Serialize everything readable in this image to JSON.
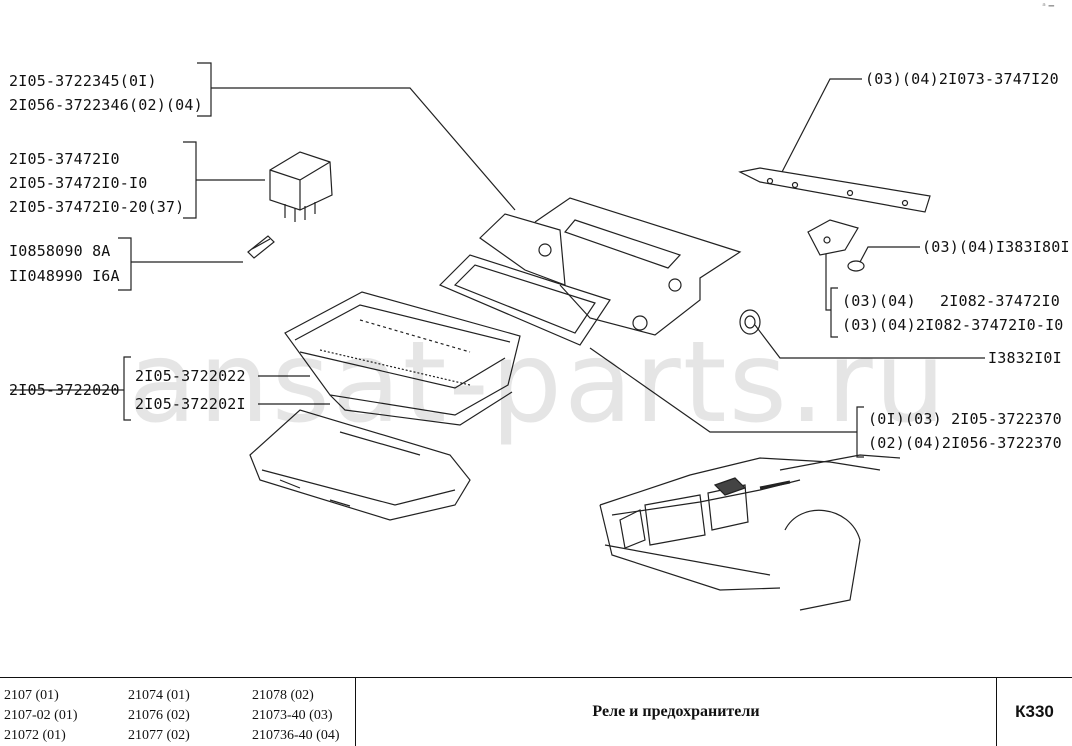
{
  "labels": [
    {
      "id": "l1",
      "text": "2I05-3722345(0I)"
    },
    {
      "id": "l2",
      "text": "2I056-3722346(02)(04)"
    },
    {
      "id": "l3",
      "text": "2I05-37472I0"
    },
    {
      "id": "l4",
      "text": "2I05-37472I0-I0"
    },
    {
      "id": "l5",
      "text": "2I05-37472I0-20(37)"
    },
    {
      "id": "l6",
      "text": "I0858090 8A"
    },
    {
      "id": "l7",
      "text": "II048990 I6A"
    },
    {
      "id": "l8",
      "text": "2I05-3722020"
    },
    {
      "id": "l9",
      "text": "2I05-3722022"
    },
    {
      "id": "l10",
      "text": "2I05-372202I"
    },
    {
      "id": "r1",
      "text": "(03)(04)2I073-3747I20"
    },
    {
      "id": "r2",
      "text": "(03)(04)I383I80I"
    },
    {
      "id": "r3a",
      "text": "(03)(04)"
    },
    {
      "id": "r3b",
      "text": "2I082-37472I0"
    },
    {
      "id": "r4",
      "text": "(03)(04)2I082-37472I0-I0"
    },
    {
      "id": "r5",
      "text": "I3832I0I"
    },
    {
      "id": "r6",
      "text": "(0I)(03) 2I05-3722370"
    },
    {
      "id": "r7",
      "text": "(02)(04)2I056-3722370"
    }
  ],
  "watermark": "ansat-parts.ru",
  "corner_mark": "ᵃ ━",
  "title_block": {
    "models": [
      [
        "2107 (01)",
        "21074 (01)",
        "21078 (02)"
      ],
      [
        "2107-02 (01)",
        "21076 (02)",
        "21073-40 (03)"
      ],
      [
        "21072 (01)",
        "21077 (02)",
        "210736-40 (04)"
      ]
    ],
    "title": "Реле и предохранители",
    "code": "К330"
  }
}
